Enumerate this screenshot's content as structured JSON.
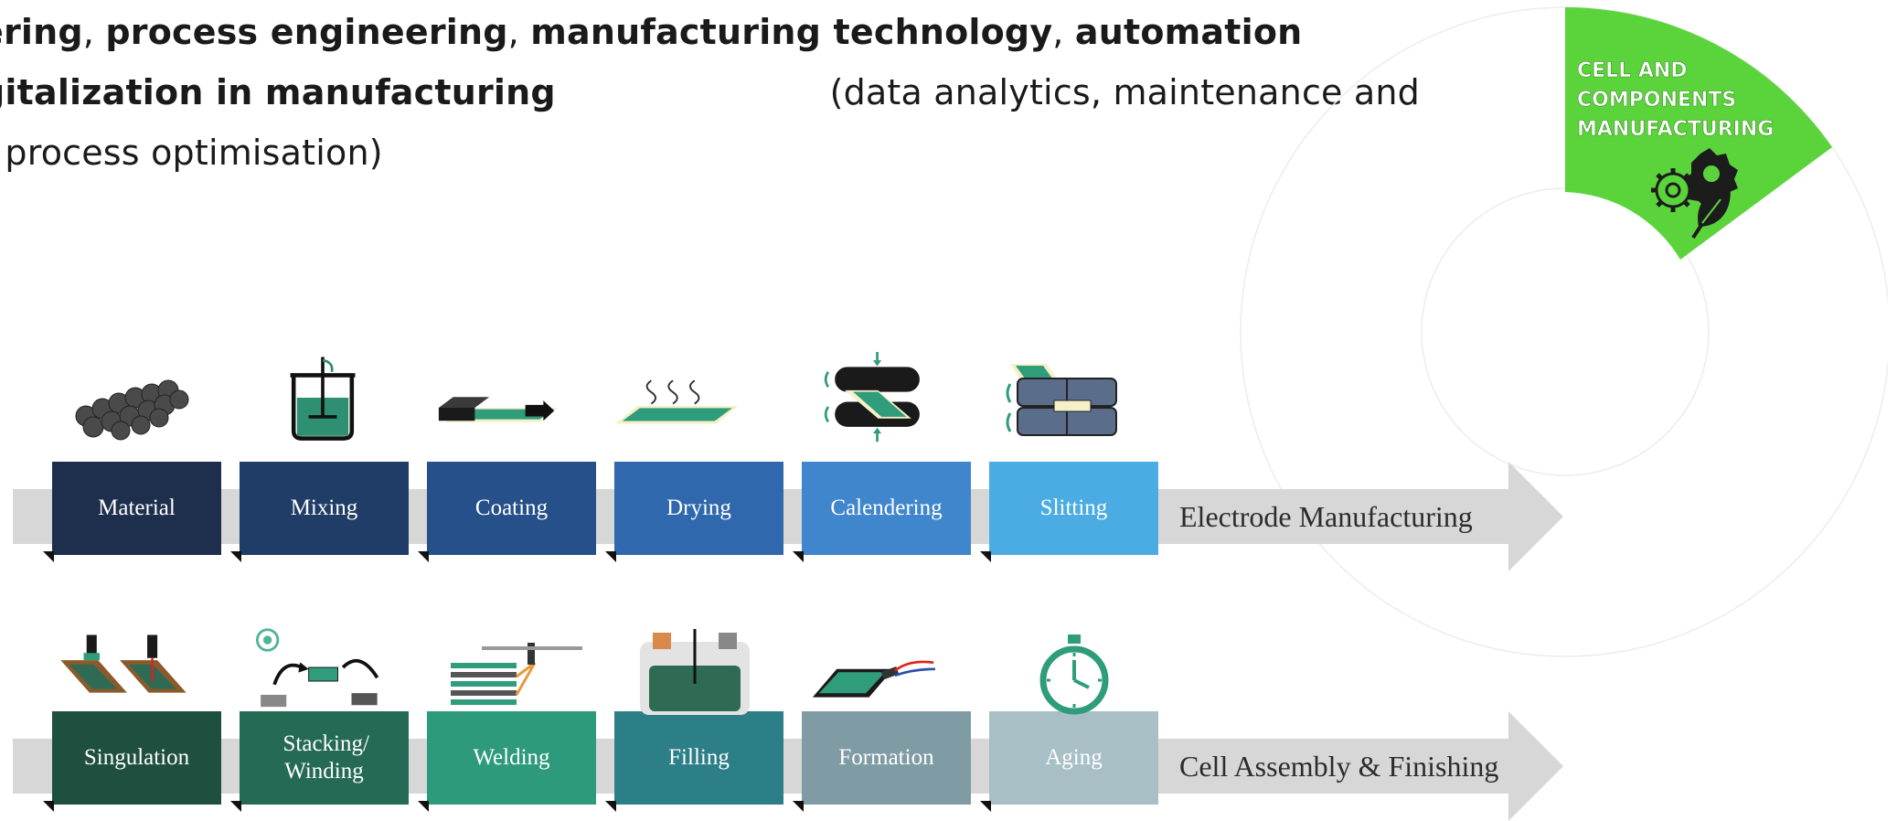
{
  "intro": {
    "line1": [
      {
        "text": "ering",
        "bold": true
      },
      {
        "text": ", ",
        "bold": false
      },
      {
        "text": "process engineering",
        "bold": true
      },
      {
        "text": ", ",
        "bold": false
      },
      {
        "text": "manufacturing technology",
        "bold": true
      },
      {
        "text": ", ",
        "bold": false
      },
      {
        "text": "automation",
        "bold": true
      }
    ],
    "line2": [
      {
        "text": "gitalization in manufacturing",
        "bold": true
      },
      {
        "text": "(data analytics, maintenance and",
        "bold": false
      }
    ],
    "line3": "t process optimisation)"
  },
  "badge": {
    "label_lines": [
      "CELL AND",
      "COMPONENTS",
      "MANUFACTURING"
    ],
    "icon": "gear-leaf-icon",
    "color": "#5bd43c"
  },
  "rows": [
    {
      "title": "Electrode Manufacturing",
      "steps": [
        {
          "label": "Material",
          "color": "#1d2f4d",
          "icon": "material-particles-icon"
        },
        {
          "label": "Mixing",
          "color": "#1f3d66",
          "icon": "mixing-tank-icon"
        },
        {
          "label": "Coating",
          "color": "#25508a",
          "icon": "coating-icon"
        },
        {
          "label": "Drying",
          "color": "#2f68ad",
          "icon": "drying-icon"
        },
        {
          "label": "Calendering",
          "color": "#3f86cc",
          "icon": "calender-rollers-icon"
        },
        {
          "label": "Slitting",
          "color": "#4aace3",
          "icon": "slitting-rollers-icon"
        }
      ]
    },
    {
      "title": "Cell Assembly & Finishing",
      "steps": [
        {
          "label": "Singulation",
          "color": "#1e4f3f",
          "icon": "singulation-icon"
        },
        {
          "label": "Stacking/ Winding",
          "color": "#246a55",
          "icon": "stacking-winding-icon"
        },
        {
          "label": "Welding",
          "color": "#2e9a7c",
          "icon": "welding-icon"
        },
        {
          "label": "Filling",
          "color": "#2c7f87",
          "icon": "filling-icon"
        },
        {
          "label": "Formation",
          "color": "#7f9ca4",
          "icon": "formation-icon"
        },
        {
          "label": "Aging",
          "color": "#a9bfc6",
          "icon": "aging-clock-icon"
        }
      ]
    }
  ]
}
